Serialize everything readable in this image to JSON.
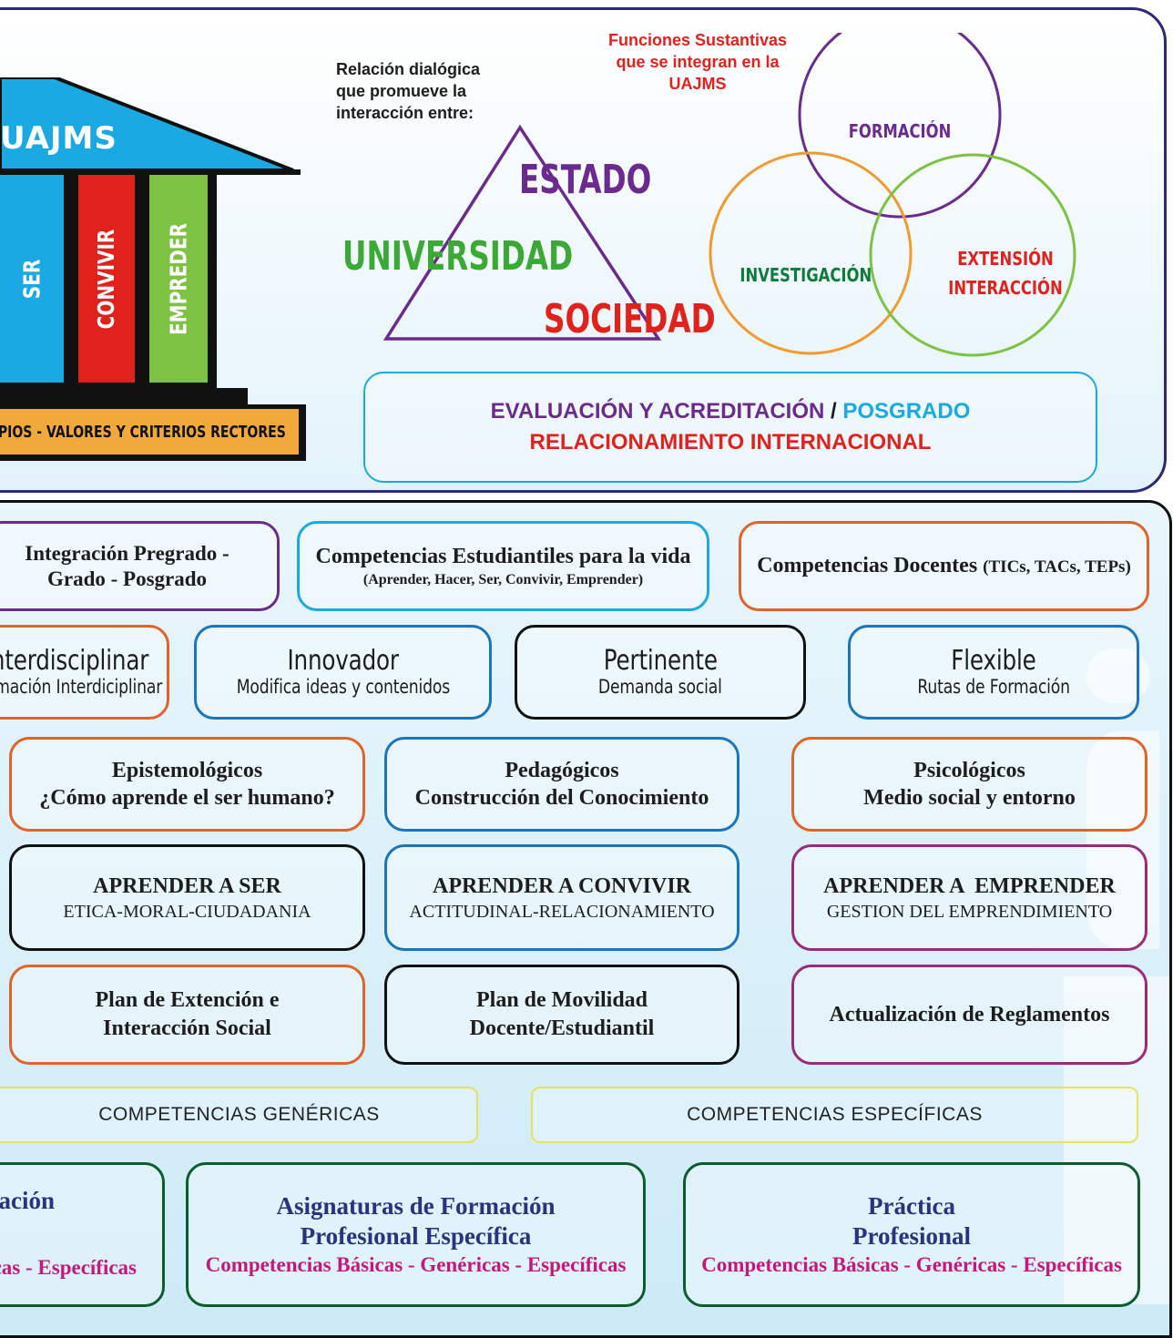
{
  "temple": {
    "roof_label": "UAJMS",
    "pillars": [
      "SER",
      "CONVIVIR",
      "EMPREDER"
    ],
    "base_label": "PRINCIPIOS - VALORES Y CRITERIOS RECTORES"
  },
  "triangle": {
    "intro": "Relación dialógica que promueve la interacción entre:",
    "vertex_top": "ESTADO",
    "vertex_left": "UNIVERSIDAD",
    "vertex_right": "SOCIEDAD"
  },
  "venn": {
    "title": "Funciones Sustantivas que se integran en la UAJMS",
    "top": "FORMACIÓN",
    "left": "INVESTIGACIÓN",
    "right_line1": "EXTENSIÓN",
    "right_line2": "INTERACCIÓN"
  },
  "evaluation_box": {
    "line1_a": "EVALUACIÓN Y ACREDITACIÓN",
    "separator": "/",
    "line1_b": "POSGRADO",
    "line2": "RELACIONAMIENTO INTERNACIONAL"
  },
  "row1": [
    {
      "title": "Integración Pregrado - Grado - Posgrado"
    },
    {
      "title": "Competencias Estudiantiles para la vida",
      "subtitle": "(Aprender, Hacer, Ser, Convivir, Emprender)"
    },
    {
      "title": "Competencias Docentes",
      "suffix": "(TICs, TACs, TEPs)"
    }
  ],
  "row2": [
    {
      "title": "Interdisciplinar",
      "subtitle": "Formación Interdiciplinar"
    },
    {
      "title": "Innovador",
      "subtitle": "Modifica ideas y contenidos"
    },
    {
      "title": "Pertinente",
      "subtitle": "Demanda social"
    },
    {
      "title": "Flexible",
      "subtitle": "Rutas de Formación"
    }
  ],
  "row3": [
    {
      "title": "Epistemológicos",
      "subtitle": "¿Cómo aprende el ser humano?"
    },
    {
      "title": "Pedagógicos",
      "subtitle": "Construcción del Conocimiento"
    },
    {
      "title": "Psicológicos",
      "subtitle": "Medio social y entorno"
    }
  ],
  "row4": [
    {
      "title": "APRENDER A SER",
      "subtitle": "ETICA-MORAL-CIUDADANIA"
    },
    {
      "title": "APRENDER A CONVIVIR",
      "subtitle": "ACTITUDINAL-RELACIONAMIENTO"
    },
    {
      "title": "APRENDER A  EMPRENDER",
      "subtitle": "GESTION DEL EMPRENDIMIENTO"
    }
  ],
  "row5": [
    {
      "title": "Plan de Extención e Interacción Social"
    },
    {
      "title": "Plan de Movilidad Docente/Estudiantil"
    },
    {
      "title": "Actualización de Reglamentos"
    }
  ],
  "competencias": [
    "COMPETENCIAS GENÉRICAS",
    "COMPETENCIAS ESPECÍFICAS"
  ],
  "row6": [
    {
      "title": "Asignaturas de Formación",
      "subtitle": "Competencias Básicas - Genéricas - Específicas"
    },
    {
      "title_line1": "Asignaturas de Formación",
      "title_line2": "Profesional Específica",
      "subtitle": "Competencias Básicas - Genéricas - Específicas"
    },
    {
      "title_line1": "Práctica",
      "title_line2": "Profesional",
      "subtitle": "Competencias Básicas - Genéricas - Específicas"
    }
  ]
}
